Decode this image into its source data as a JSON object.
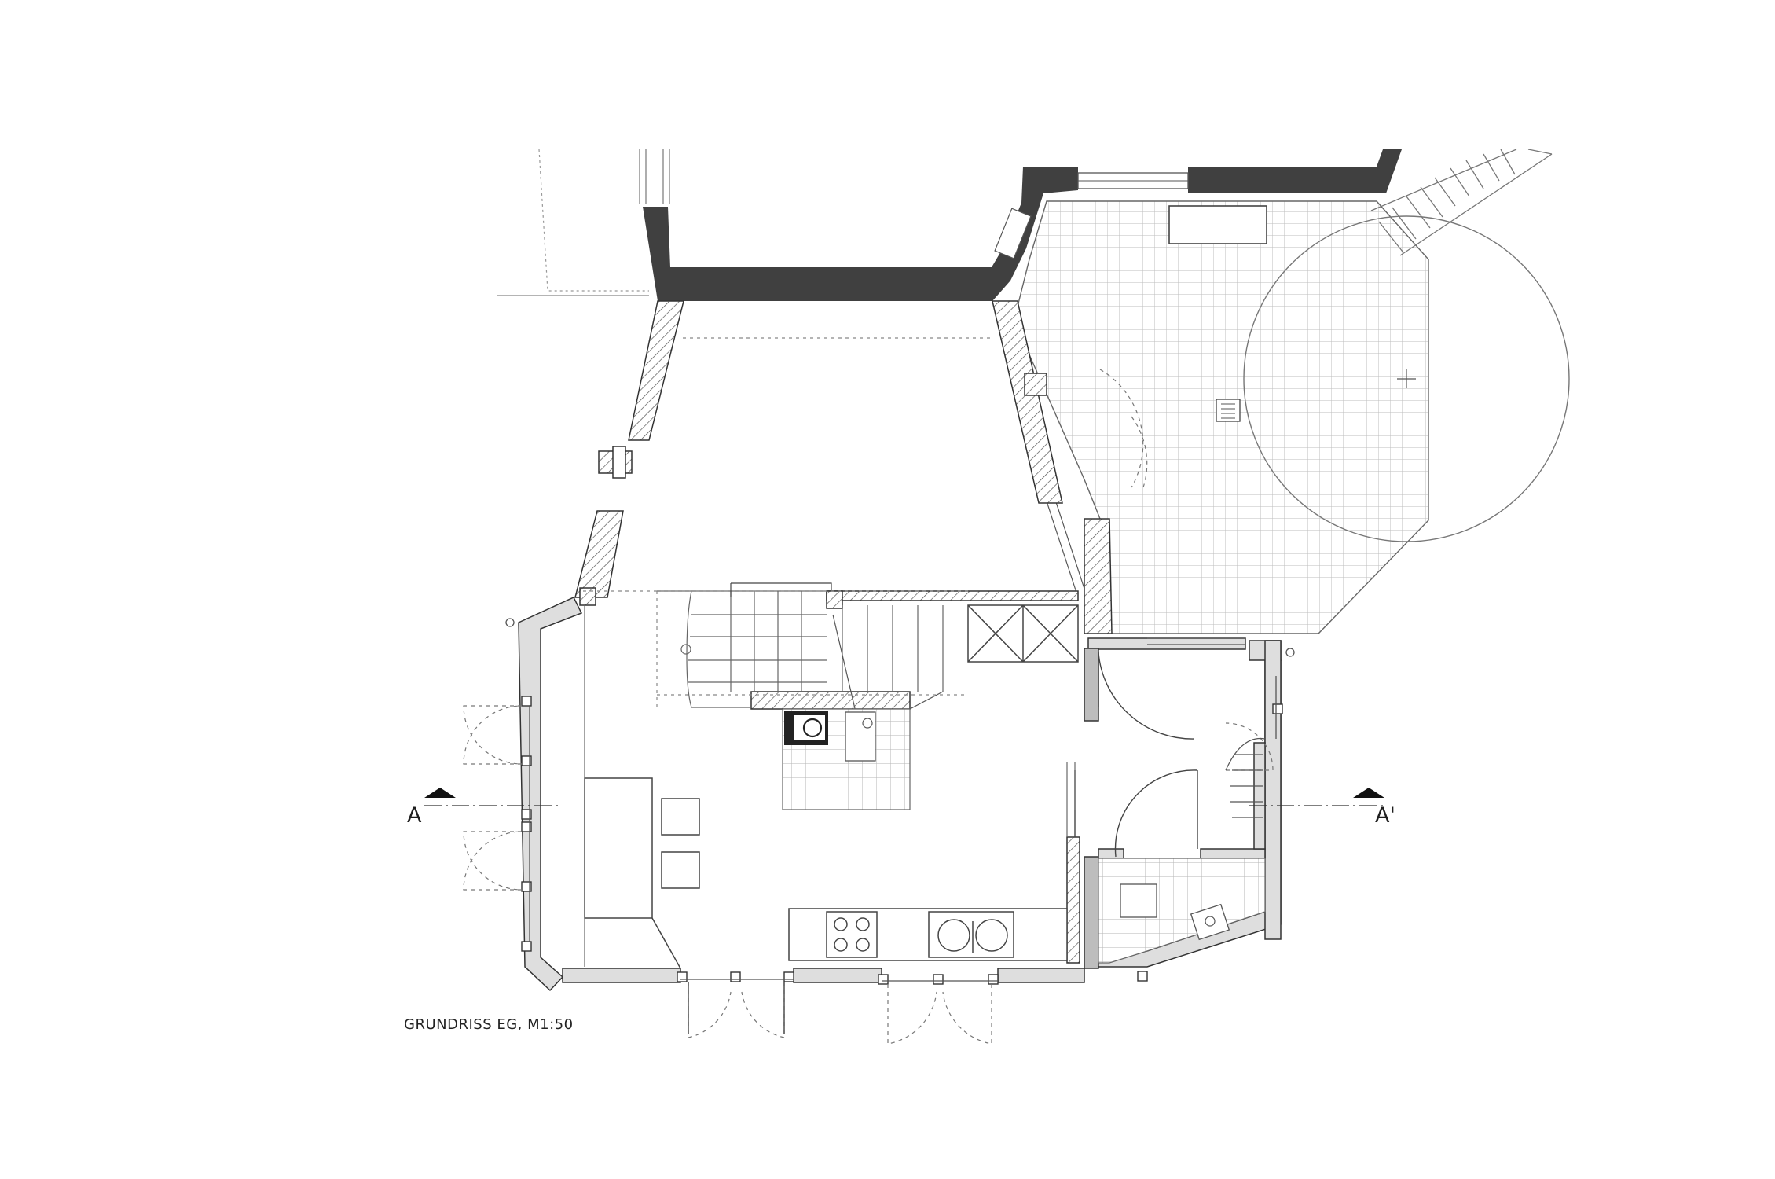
{
  "caption": "GRUNDRISS EG, M1:50",
  "section_marker": {
    "left_label": "A",
    "right_label": "A'"
  },
  "colors": {
    "existing_wall": "#404040",
    "line": "#333333",
    "thin_line": "#777777",
    "hatch": "#555555",
    "wall_fill": "#d9d9d9",
    "tile_grid": "#bbbbbb"
  }
}
